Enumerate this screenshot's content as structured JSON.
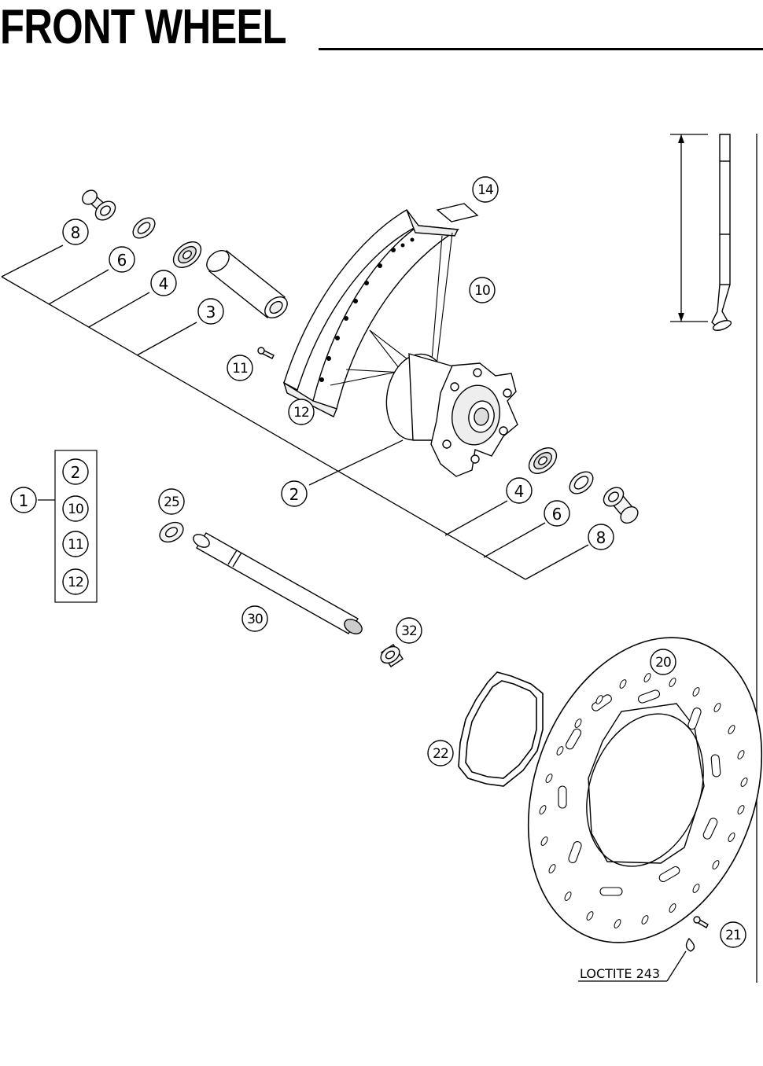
{
  "page": {
    "title": "FRONT WHEEL"
  },
  "callouts": {
    "c1": "1",
    "c2a": "2",
    "c2b": "2",
    "c3": "3",
    "c4a": "4",
    "c4b": "4",
    "c6a": "6",
    "c6b": "6",
    "c8a": "8",
    "c8b": "8",
    "c10a": "10",
    "c10b": "10",
    "c11a": "11",
    "c11b": "11",
    "c12a": "12",
    "c12b": "12",
    "c14": "14",
    "c20": "20",
    "c21": "21",
    "c22": "22",
    "c25": "25",
    "c30": "30",
    "c32": "32"
  },
  "notes": {
    "loctite": "LOCTITE 243"
  },
  "colors": {
    "line": "#000000",
    "background": "#ffffff",
    "part_fill": "#f4f4f4"
  },
  "icons": [
    "spoke-icon"
  ]
}
